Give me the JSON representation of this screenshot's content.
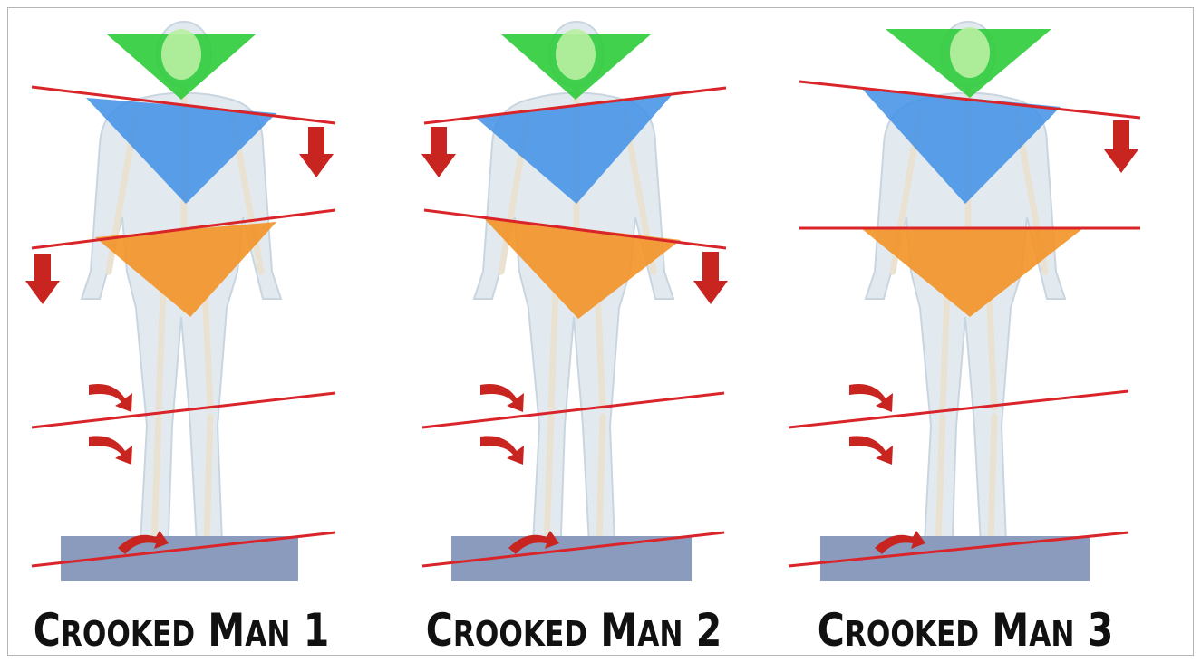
{
  "panels": [
    {
      "caption": {
        "first": "C",
        "first_rest": "rooked",
        "second": "M",
        "second_rest": "an",
        "number": "1"
      },
      "shoulder_line": "left-high",
      "hip_line": "right-high"
    },
    {
      "caption": {
        "first": "C",
        "first_rest": "rooked",
        "second": "M",
        "second_rest": "an",
        "number": "2"
      },
      "shoulder_line": "right-high",
      "hip_line": "left-high"
    },
    {
      "caption": {
        "first": "C",
        "first_rest": "rooked",
        "second": "M",
        "second_rest": "an",
        "number": "3"
      },
      "shoulder_line": "left-high",
      "hip_line": "level"
    }
  ],
  "colors": {
    "head_triangle": "#2ecc3a",
    "shoulder_triangle": "#3f8fe6",
    "pelvis_triangle": "#f39226",
    "line": "#d9242a",
    "arrow": "#c82420",
    "floor": "#8a9bbd",
    "bone": "#e9e1d2",
    "skin": "#dfe8ef"
  }
}
